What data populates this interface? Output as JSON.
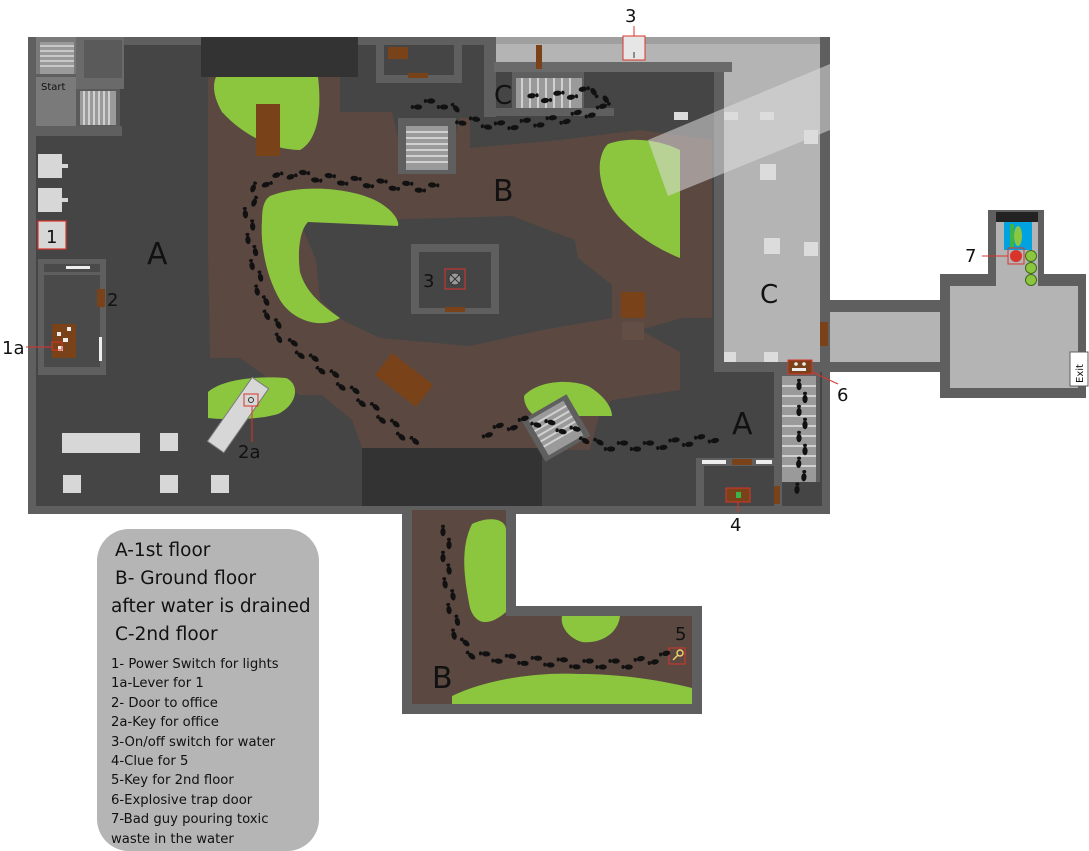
{
  "map": {
    "start_label": "Start",
    "exit_label": "Exit",
    "area_labels": {
      "a_left": "A",
      "a_right": "A",
      "b_center": "B",
      "b_bottom": "B",
      "c_top": "C",
      "c_right": "C"
    },
    "markers": {
      "m1": "1",
      "m1a": "1a",
      "m2": "2",
      "m2a": "2a",
      "m3_top": "3",
      "m3_center": "3",
      "m4": "4",
      "m5": "5",
      "m6": "6",
      "m7": "7"
    },
    "colors": {
      "wall": "#5f5f5f",
      "floor_dark": "#454545",
      "dirt": "#5b4841",
      "grass": "#8cc63f",
      "light_floor": "#a8a8a8",
      "door": "#7a4218",
      "marker_outline": "#d9342b"
    }
  },
  "legend": {
    "floors": [
      "A-1st floor",
      "B- Ground floor",
      "after water is drained",
      "C-2nd floor"
    ],
    "items": [
      "1- Power Switch for lights",
      "1a-Lever for 1",
      "2- Door to office",
      "2a-Key for office",
      "3-On/off switch for water",
      "4-Clue for 5",
      "5-Key for 2nd floor",
      "6-Explosive trap door",
      "7-Bad guy pouring toxic",
      "waste in the water"
    ]
  }
}
